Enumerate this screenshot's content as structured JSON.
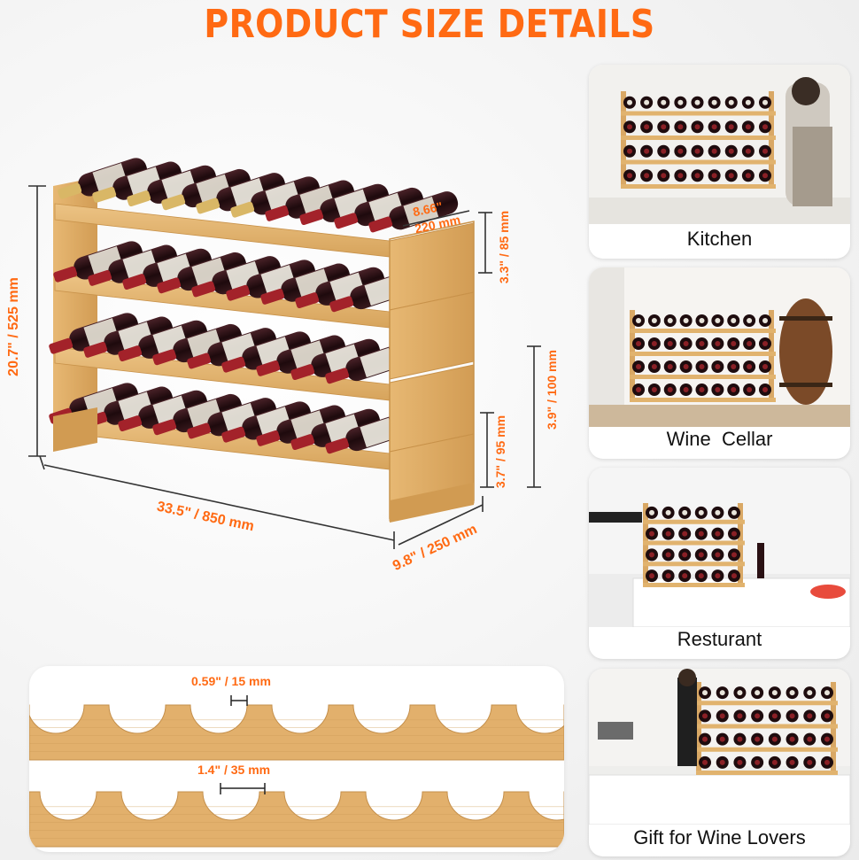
{
  "title": "PRODUCT SIZE DETAILS",
  "colors": {
    "accent": "#ff6a13",
    "bamboo": "#e1b36e",
    "bamboo_dark": "#c8924a",
    "bottle": "#2a1114",
    "cap": "#a3222a"
  },
  "dimensions": {
    "height": "20.7\" / 525 mm",
    "width": "33.5\" / 850 mm",
    "depth": "9.8\" / 250 mm",
    "shelf_depth_top": "8.66\"",
    "shelf_depth_bottom": "220 mm",
    "tier_gap": "3.3\" / 85 mm",
    "leg_height_outer": "3.9\" / 100 mm",
    "leg_height_inner": "3.7\" / 95 mm",
    "notch_gap": "0.59\" / 15 mm",
    "notch_width": "1.4\" / 35 mm"
  },
  "scenes": [
    {
      "caption": "Kitchen",
      "icon": "kitchen-scene"
    },
    {
      "caption": "Wine  Cellar",
      "icon": "cellar-scene"
    },
    {
      "caption": "Resturant",
      "icon": "restaurant-scene"
    },
    {
      "caption": "Gift for Wine Lovers",
      "icon": "gift-scene"
    }
  ]
}
